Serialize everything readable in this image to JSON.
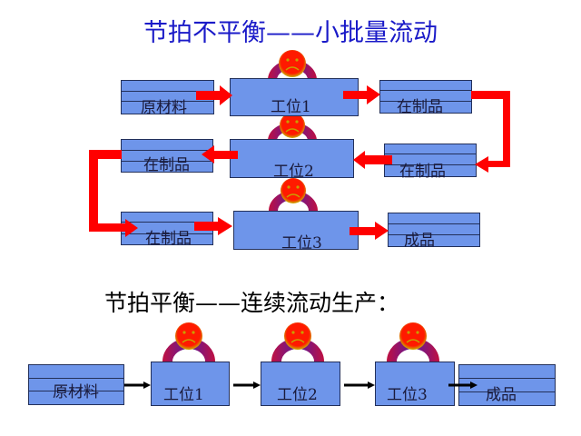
{
  "top_section": {
    "title": "节拍不平衡——小批量流动",
    "raw_material": "原材料",
    "station_1": "工位1",
    "station_2": "工位2",
    "station_3": "工位3",
    "wip_1": "在制品",
    "wip_2": "在制品",
    "wip_3": "在制品",
    "finished": "成品",
    "arrow_color": "#ff0000"
  },
  "bottom_section": {
    "title": "节拍平衡——连续流动生产：",
    "raw_material": "原材料",
    "station_1": "工位1",
    "station_2": "工位2",
    "station_3": "工位3",
    "finished": "成品",
    "arrow_color": "#000000"
  },
  "colors": {
    "box_fill": "#6e95ea",
    "box_border": "#23305a",
    "title_top": "#1a1ac8",
    "face": "#ff1a1a",
    "body_arc": "#7a1a8a"
  },
  "icons": {
    "worker": "sad-worker-icon"
  }
}
